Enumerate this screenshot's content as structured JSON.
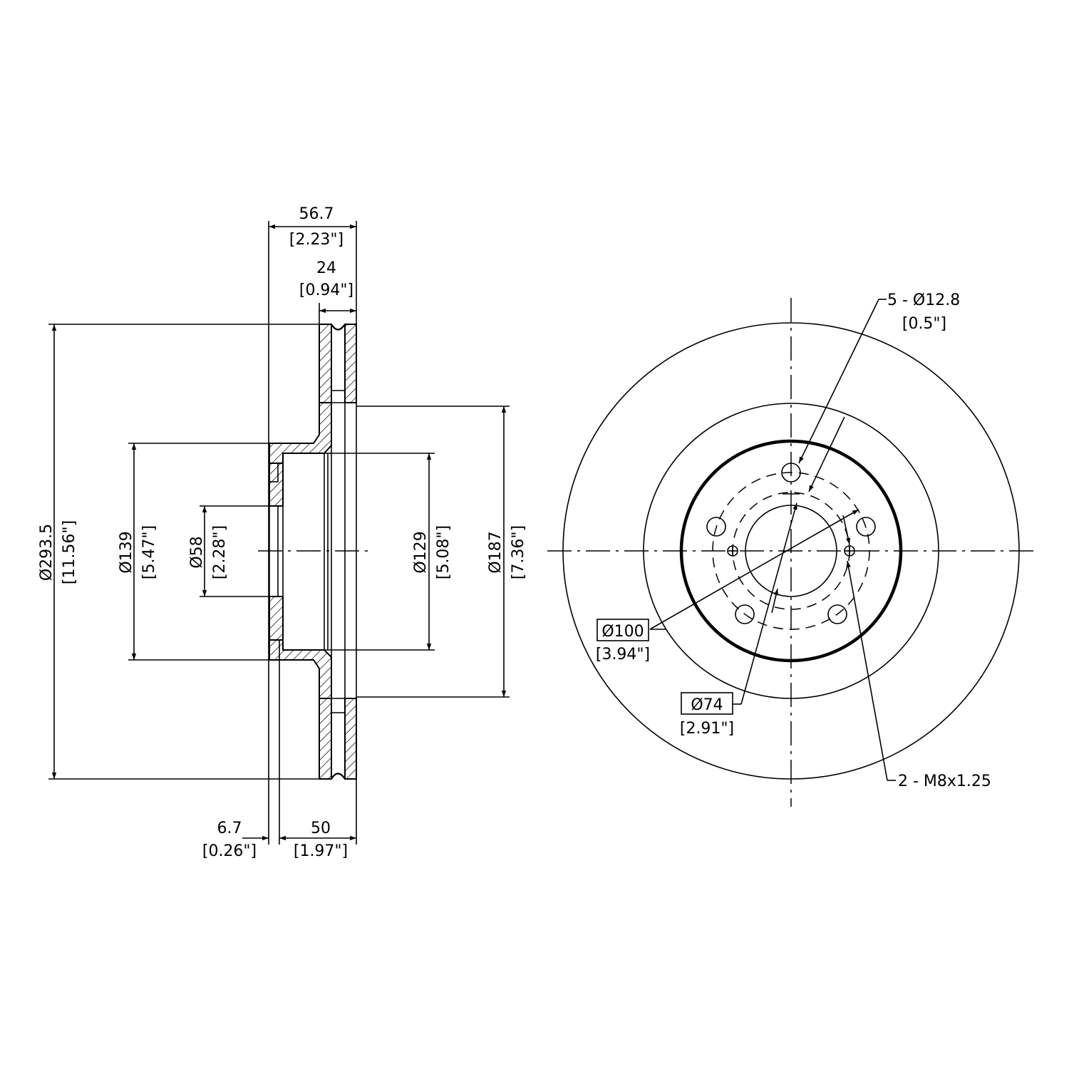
{
  "side_view": {
    "overall_width": {
      "mm": "56.7",
      "in": "[2.23\"]"
    },
    "rotor_thickness": {
      "mm": "24",
      "in": "[0.94\"]"
    },
    "outer_diameter": {
      "mm": "Ø293.5",
      "in": "[11.56\"]"
    },
    "hat_outer_diameter": {
      "mm": "Ø139",
      "in": "[5.47\"]"
    },
    "center_bore": {
      "mm": "Ø58",
      "in": "[2.28\"]"
    },
    "hat_inner_diameter": {
      "mm": "Ø129",
      "in": "[5.08\"]"
    },
    "inner_friction_diameter": {
      "mm": "Ø187",
      "in": "[7.36\"]"
    },
    "hat_face_thickness": {
      "mm": "6.7",
      "in": "[0.26\"]"
    },
    "hat_height": {
      "mm": "50",
      "in": "[1.97\"]"
    }
  },
  "front_view": {
    "lug_holes": {
      "mm": "5 - Ø12.8",
      "in": "[0.5\"]"
    },
    "bolt_circle": {
      "mm": "Ø100",
      "in": "[3.94\"]"
    },
    "center_bore": {
      "mm": "Ø74",
      "in": "[2.91\"]"
    },
    "threaded_holes": {
      "mm": "2 - M8x1.25"
    }
  }
}
